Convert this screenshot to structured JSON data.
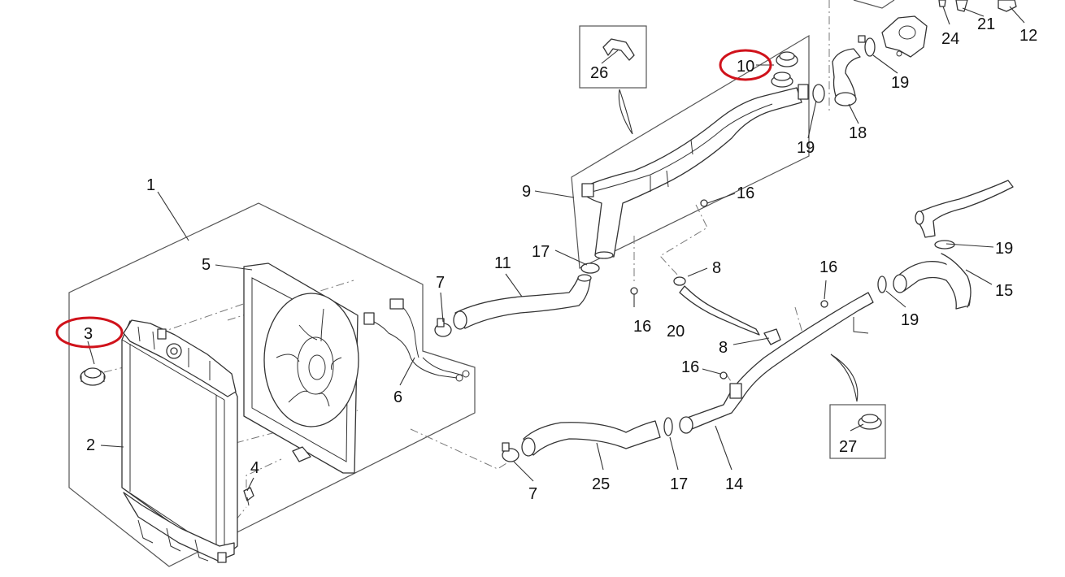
{
  "diagram": {
    "callouts": {
      "c1": "1",
      "c2": "2",
      "c3": "3",
      "c4": "4",
      "c5": "5",
      "c6": "6",
      "c7a": "7",
      "c7b": "7",
      "c8a": "8",
      "c8b": "8",
      "c9": "9",
      "c10": "10",
      "c11": "11",
      "c12": "12",
      "c14": "14",
      "c15": "15",
      "c16a": "16",
      "c16b": "16",
      "c16c": "16",
      "c16d": "16",
      "c17a": "17",
      "c17b": "17",
      "c18": "18",
      "c19a": "19",
      "c19b": "19",
      "c19c": "19",
      "c19d": "19",
      "c20": "20",
      "c21": "21",
      "c24": "24",
      "c25": "25",
      "c26": "26",
      "c27": "27"
    },
    "highlighted_callouts": [
      "3",
      "10"
    ],
    "highlight_color": "#d0121b",
    "line_color": "#333333"
  }
}
